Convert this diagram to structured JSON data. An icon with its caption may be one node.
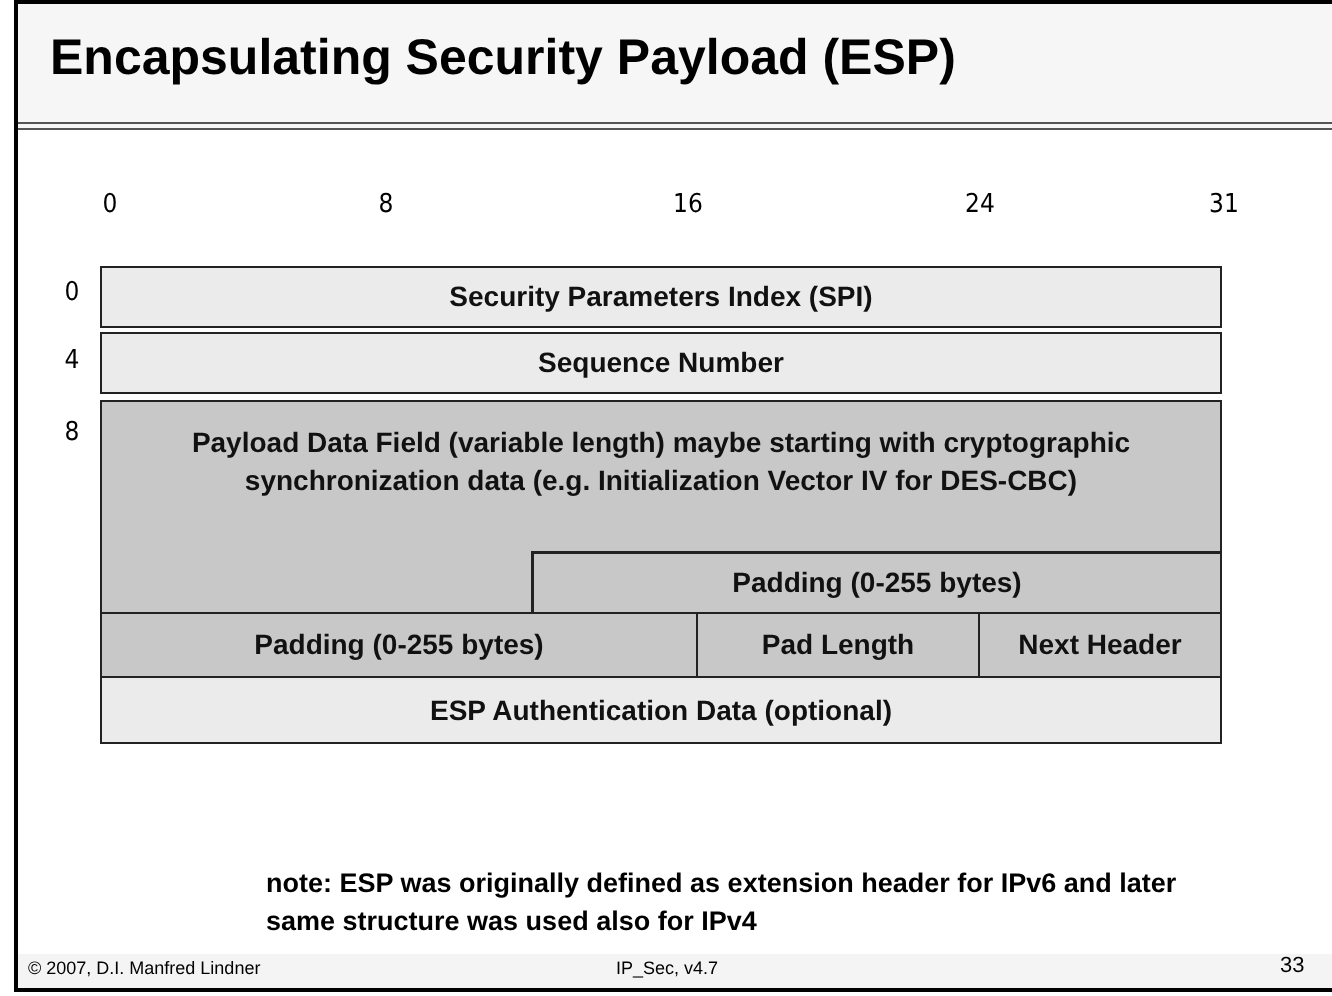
{
  "diagram": {
    "title": "Encapsulating Security Payload (ESP)",
    "nodes": [
      {
        "text": [
          "Security Parameters Index (SPI)"
        ]
      },
      {
        "text": [
          "Sequence Number"
        ]
      },
      {
        "text": [
          "Payload Data Field (variable length) maybe starting with cryptographic synchronization data (e.g. Initialization Vector IV  for DES-CBC)"
        ]
      },
      {
        "text": [
          "Padding (0-255 bytes)"
        ]
      },
      {
        "text": [
          "Padding (0-255 bytes)"
        ]
      },
      {
        "text": [
          "Pad Length"
        ]
      },
      {
        "text": [
          "Next Header"
        ]
      },
      {
        "text": [
          "ESP Authentication Data (optional)"
        ]
      }
    ],
    "labels": [
      "0",
      "8",
      "16",
      "24",
      "31",
      "0",
      "4",
      "8",
      "note: ESP was originally defined as extension header for IPv6 and later same structure was used also for IPv4",
      "© 2007, D.I. Manfred Lindner",
      "IP_Sec, v4.7",
      "33"
    ]
  }
}
